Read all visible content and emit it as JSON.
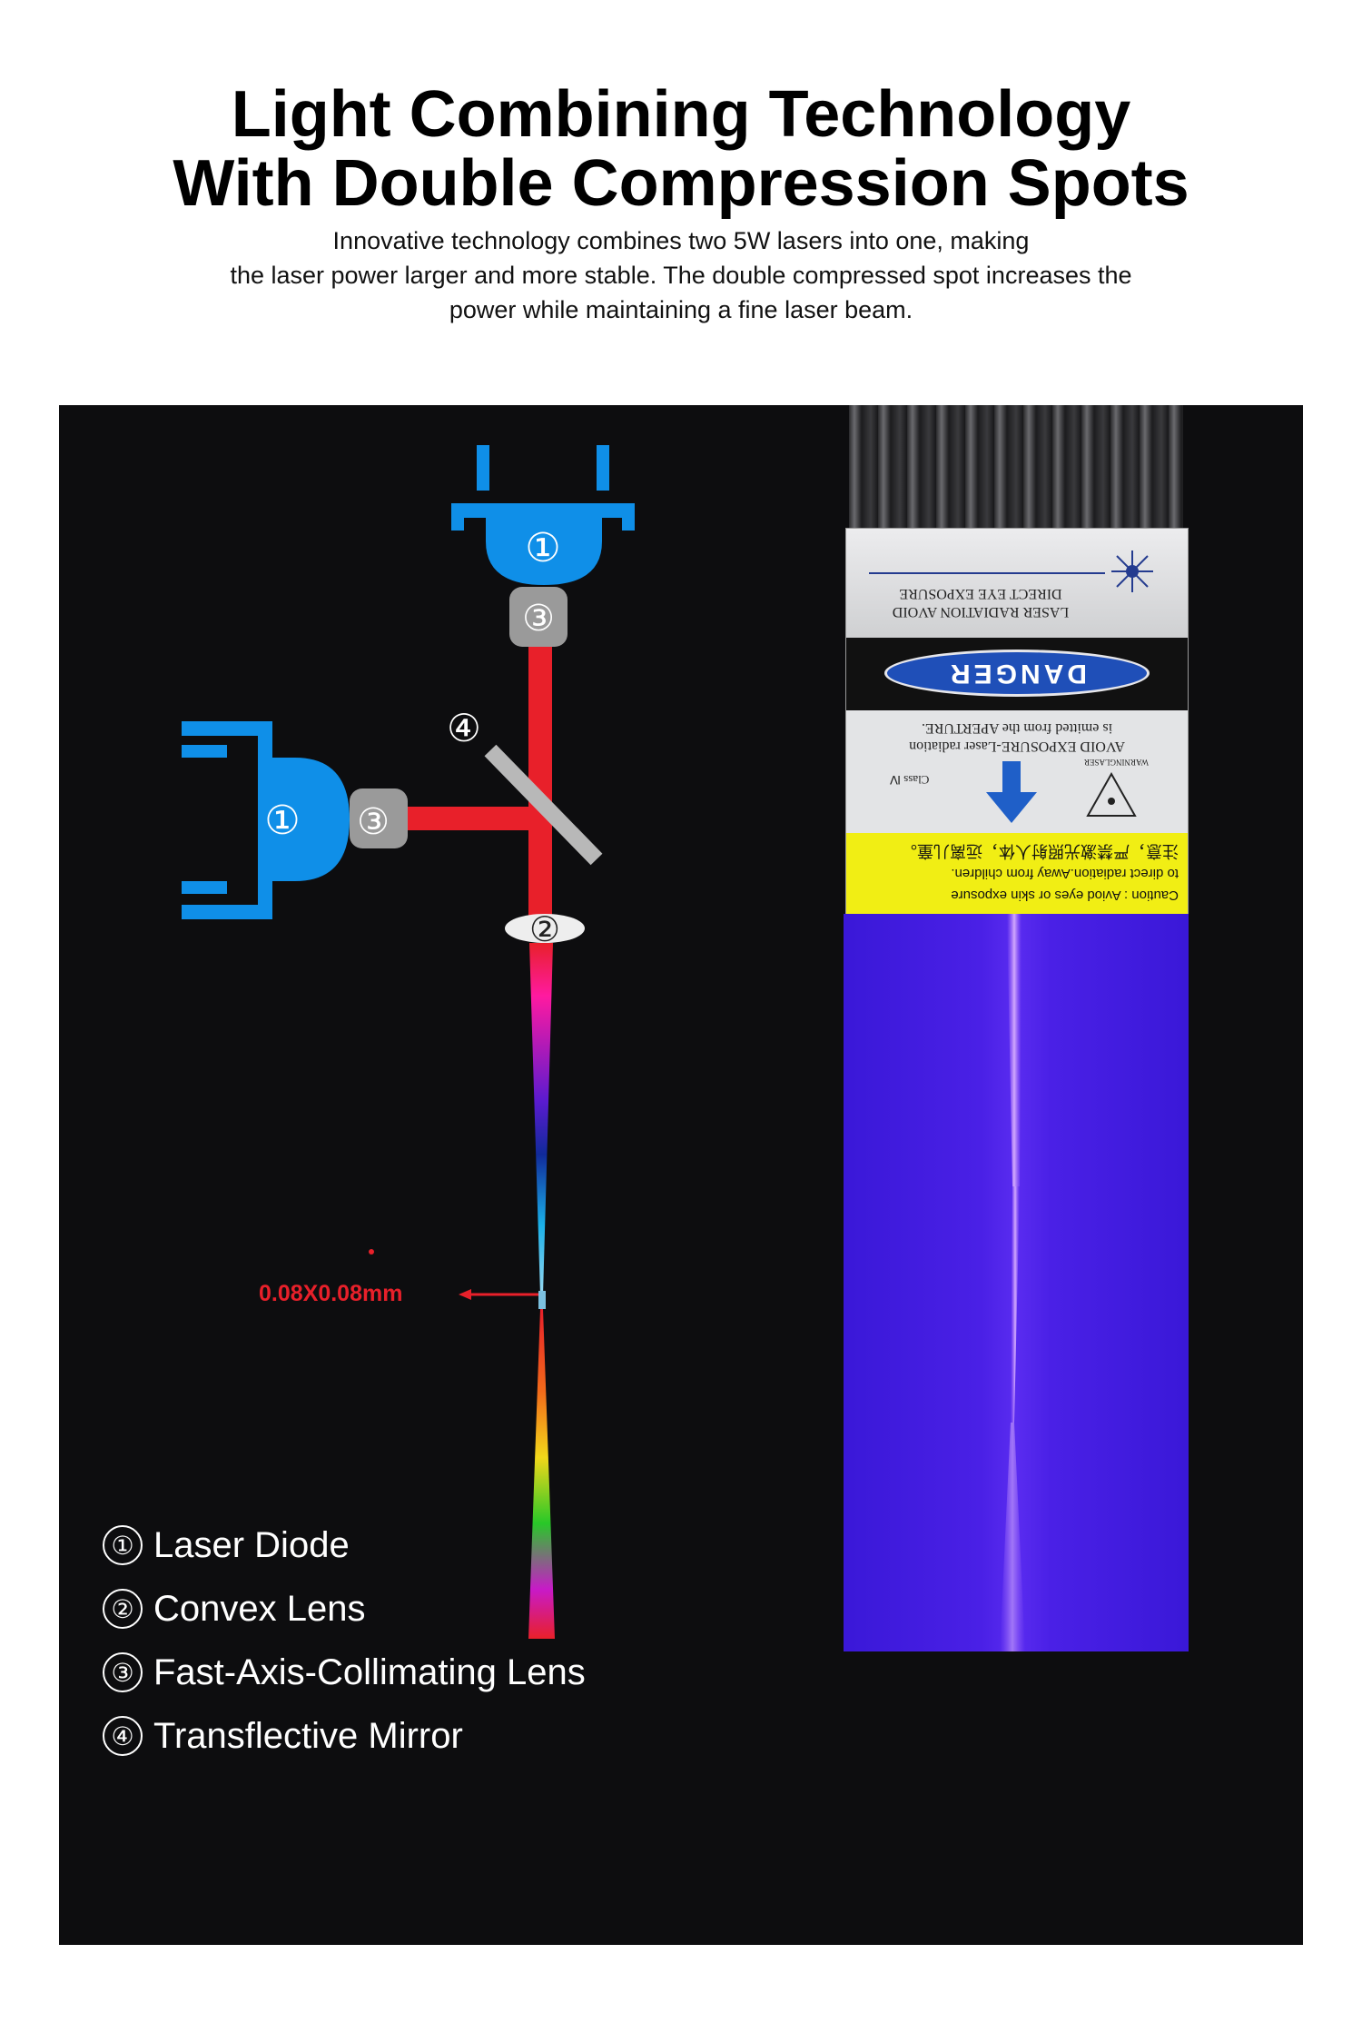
{
  "header": {
    "title_line1": "Light Combining Technology",
    "title_line2": "With Double Compression Spots",
    "subtitle_line1": "Innovative technology combines two 5W lasers into one, making",
    "subtitle_line2": "the laser power larger and more stable. The double compressed spot increases the",
    "subtitle_line3": "power while maintaining a fine laser beam."
  },
  "diagram": {
    "markers": {
      "diode": "①",
      "lens": "②",
      "fac": "③",
      "mirror": "④"
    },
    "spot_size": "0.08X0.08mm",
    "colors": {
      "diode_blue": "#0f8fe8",
      "fac_gray": "#9a9a9a",
      "beam_red": "#e8202a",
      "background": "#0d0d0f"
    }
  },
  "legend": [
    {
      "num": "①",
      "label": "Laser Diode"
    },
    {
      "num": "②",
      "label": "Convex Lens"
    },
    {
      "num": "③",
      "label": "Fast-Axis-Collimating Lens"
    },
    {
      "num": "④",
      "label": "Transflective Mirror"
    }
  ],
  "module_label": {
    "warning_line1": "LASER RADIATION AVOID",
    "warning_line2": "DIRECT EYE EXPOSURE",
    "danger": "DANGER",
    "mid_line1": "AVOID EXPOSURE-Laser radiation",
    "mid_line2": "is emitted from the APERTURE.",
    "class": "Class Ⅳ",
    "warning_small": "WARNINGLASER",
    "caution_line1": "Caution : Aviod eyes or skin exposure",
    "caution_line2": "to direct radiation.Away from children.",
    "chinese": "注意，严禁激光照射人体，远离儿童。"
  }
}
